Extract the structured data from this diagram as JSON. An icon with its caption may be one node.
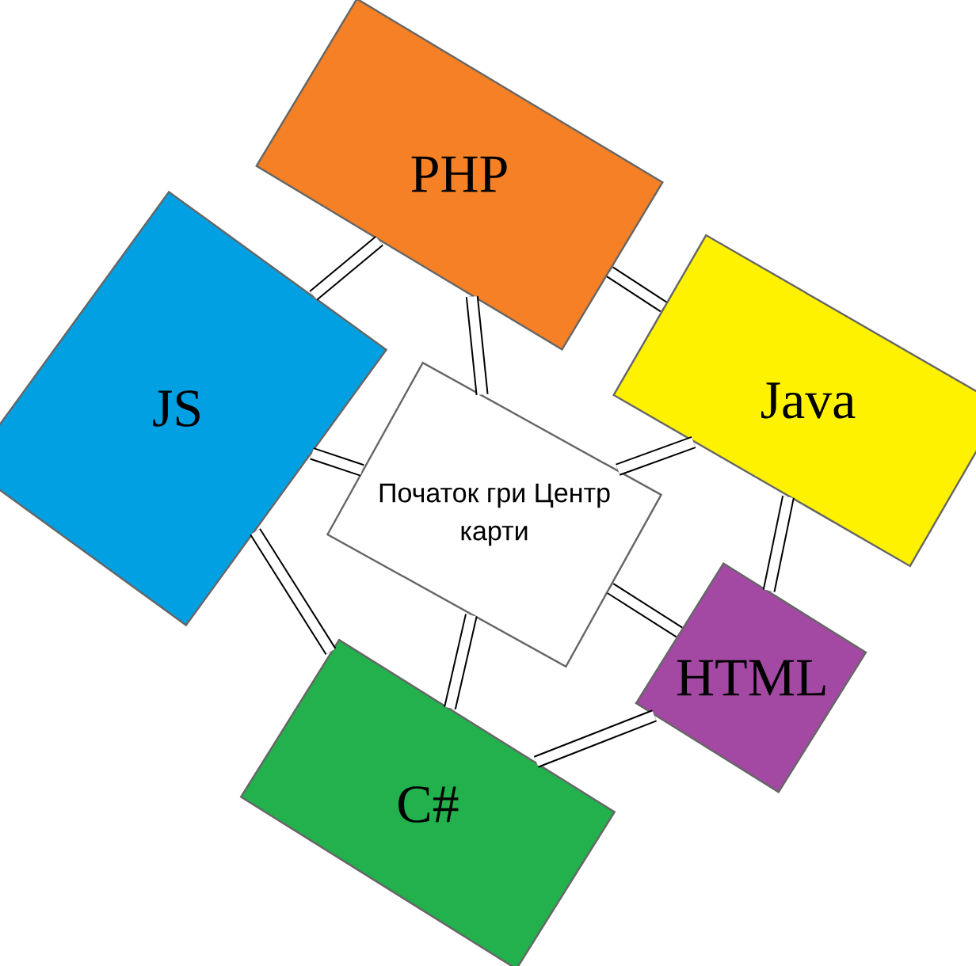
{
  "diagram": {
    "nodes": [
      {
        "text": [
          "PHP"
        ]
      },
      {
        "text": [
          "JS"
        ]
      },
      {
        "text": [
          "Java"
        ]
      },
      {
        "text": [
          "Початок гри Центр карти"
        ]
      },
      {
        "text": [
          "HTML"
        ]
      },
      {
        "text": [
          "C#"
        ]
      }
    ],
    "edges": [
      {
        "from": 0,
        "to": 1,
        "arrow": "none"
      },
      {
        "from": 0,
        "to": 2,
        "arrow": "none"
      },
      {
        "from": 0,
        "to": 3,
        "arrow": "none"
      },
      {
        "from": 1,
        "to": 3,
        "arrow": "none"
      },
      {
        "from": 1,
        "to": 5,
        "arrow": "none"
      },
      {
        "from": 2,
        "to": 3,
        "arrow": "none"
      },
      {
        "from": 2,
        "to": 4,
        "arrow": "none"
      },
      {
        "from": 3,
        "to": 5,
        "arrow": "none"
      },
      {
        "from": 3,
        "to": 4,
        "arrow": "none"
      },
      {
        "from": 4,
        "to": 5,
        "arrow": "none"
      }
    ]
  }
}
